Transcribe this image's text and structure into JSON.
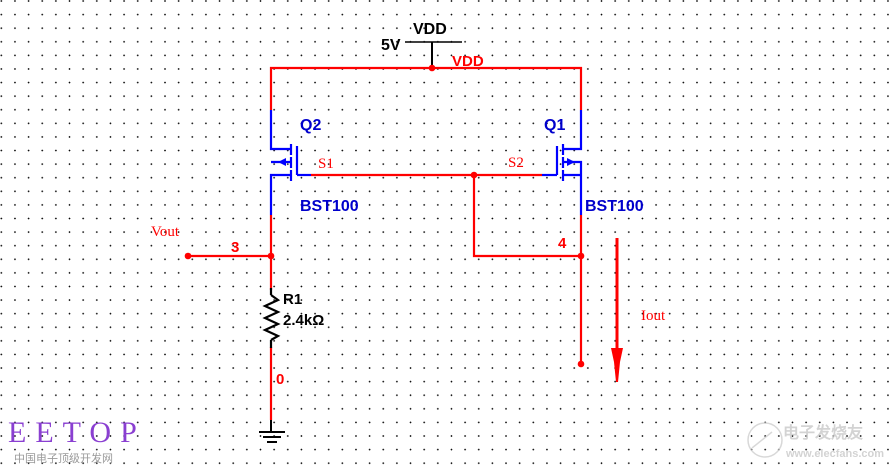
{
  "schematic": {
    "supply": {
      "voltage_label": "5V",
      "source_name": "VDD",
      "net_label": "VDD"
    },
    "transistors": [
      {
        "ref": "Q2",
        "model": "BST100",
        "source_pin_label": "S1"
      },
      {
        "ref": "Q1",
        "model": "BST100",
        "source_pin_label": "S2"
      }
    ],
    "resistor": {
      "ref": "R1",
      "value": "2.4kΩ"
    },
    "nodes": {
      "vout_node": "3",
      "iout_node": "4",
      "ground_node": "0"
    },
    "annotations": {
      "vout": "Vout",
      "iout": "Iout"
    },
    "colors": {
      "wire": "#ff0000",
      "component": "#0000ff",
      "ground": "#000000",
      "label_blue": "#0000cc"
    }
  },
  "watermarks": {
    "eetop_title": "EETOP",
    "eetop_subtitle": "中国电子顶级开发网",
    "elecfans_title": "电子发烧友",
    "elecfans_url": "www.elecfans.com"
  }
}
